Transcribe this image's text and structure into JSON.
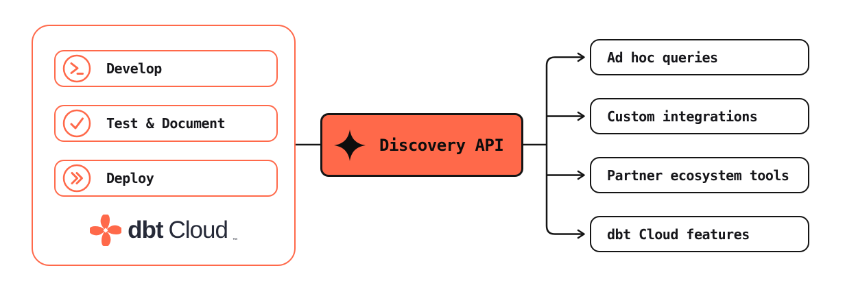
{
  "colors": {
    "accent_orange": "#FF694A",
    "line_black": "#151515",
    "text_ink": "#16161a",
    "brand_navy": "#262A38",
    "background": "#ffffff"
  },
  "pipeline": {
    "stages": [
      {
        "label": "Develop",
        "icon": "terminal-prompt-icon"
      },
      {
        "label": "Test & Document",
        "icon": "check-circle-icon"
      },
      {
        "label": "Deploy",
        "icon": "double-chevron-right-icon"
      }
    ]
  },
  "brand": {
    "name_bold": "dbt",
    "name_regular": "Cloud",
    "trademark": "™",
    "logo_icon": "dbt-pinwheel-icon"
  },
  "api_node": {
    "label": "Discovery API",
    "icon": "sparkle-icon"
  },
  "consumers": [
    {
      "label": "Ad hoc queries"
    },
    {
      "label": "Custom integrations"
    },
    {
      "label": "Partner ecosystem tools"
    },
    {
      "label": "dbt Cloud features"
    }
  ]
}
